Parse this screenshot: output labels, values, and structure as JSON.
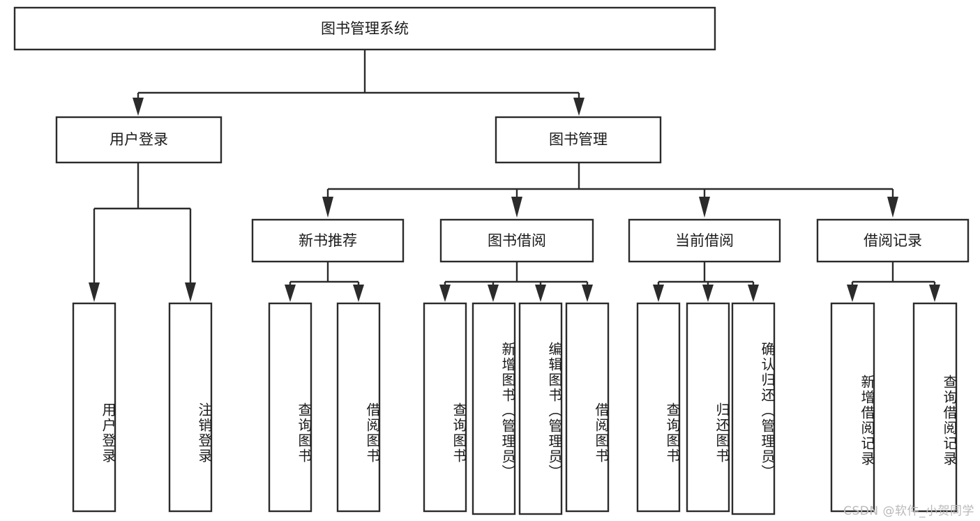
{
  "diagram": {
    "type": "tree-hierarchy",
    "title": "图书管理系统",
    "orientation": "top-down",
    "colors": {
      "stroke": "#2b2b2b",
      "fill": "#ffffff",
      "text": "#1a1a1a",
      "watermark": "#b9b9b9",
      "background": "#ffffff"
    },
    "levels": [
      {
        "level": 1,
        "nodes": [
          {
            "id": "root",
            "label": "图书管理系统",
            "orientation": "horizontal"
          }
        ]
      },
      {
        "level": 2,
        "nodes": [
          {
            "id": "login",
            "label": "用户登录",
            "orientation": "horizontal",
            "parent": "root"
          },
          {
            "id": "bookmgmt",
            "label": "图书管理",
            "orientation": "horizontal",
            "parent": "root"
          }
        ]
      },
      {
        "level": 3,
        "nodes": [
          {
            "id": "newbook",
            "label": "新书推荐",
            "orientation": "horizontal",
            "parent": "bookmgmt"
          },
          {
            "id": "borrow",
            "label": "图书借阅",
            "orientation": "horizontal",
            "parent": "bookmgmt"
          },
          {
            "id": "current",
            "label": "当前借阅",
            "orientation": "horizontal",
            "parent": "bookmgmt"
          },
          {
            "id": "records",
            "label": "借阅记录",
            "orientation": "horizontal",
            "parent": "bookmgmt"
          }
        ]
      },
      {
        "level": 4,
        "nodes": [
          {
            "id": "leaf-user-login",
            "label": "用户登录",
            "orientation": "vertical",
            "parent": "login"
          },
          {
            "id": "leaf-user-logout",
            "label": "注销登录",
            "orientation": "vertical",
            "parent": "login"
          },
          {
            "id": "leaf-new-query",
            "label": "查询图书",
            "orientation": "vertical",
            "parent": "newbook"
          },
          {
            "id": "leaf-new-borrow",
            "label": "借阅图书",
            "orientation": "vertical",
            "parent": "newbook"
          },
          {
            "id": "leaf-borrow-query",
            "label": "查询图书",
            "orientation": "vertical",
            "parent": "borrow"
          },
          {
            "id": "leaf-borrow-add",
            "label": "新增图书（管理员）",
            "orientation": "vertical",
            "parent": "borrow"
          },
          {
            "id": "leaf-borrow-edit",
            "label": "编辑图书（管理员）",
            "orientation": "vertical",
            "parent": "borrow"
          },
          {
            "id": "leaf-borrow-lend",
            "label": "借阅图书",
            "orientation": "vertical",
            "parent": "borrow"
          },
          {
            "id": "leaf-current-query",
            "label": "查询图书",
            "orientation": "vertical",
            "parent": "current"
          },
          {
            "id": "leaf-current-return",
            "label": "归还图书",
            "orientation": "vertical",
            "parent": "current"
          },
          {
            "id": "leaf-current-confirm",
            "label": "确认归还（管理员）",
            "orientation": "vertical",
            "parent": "current"
          },
          {
            "id": "leaf-record-add",
            "label": "新增借阅记录",
            "orientation": "vertical",
            "parent": "records"
          },
          {
            "id": "leaf-record-query",
            "label": "查询借阅记录",
            "orientation": "vertical",
            "parent": "records"
          }
        ]
      }
    ]
  },
  "watermark": {
    "text": "CSDN @软件_小贺同学"
  }
}
